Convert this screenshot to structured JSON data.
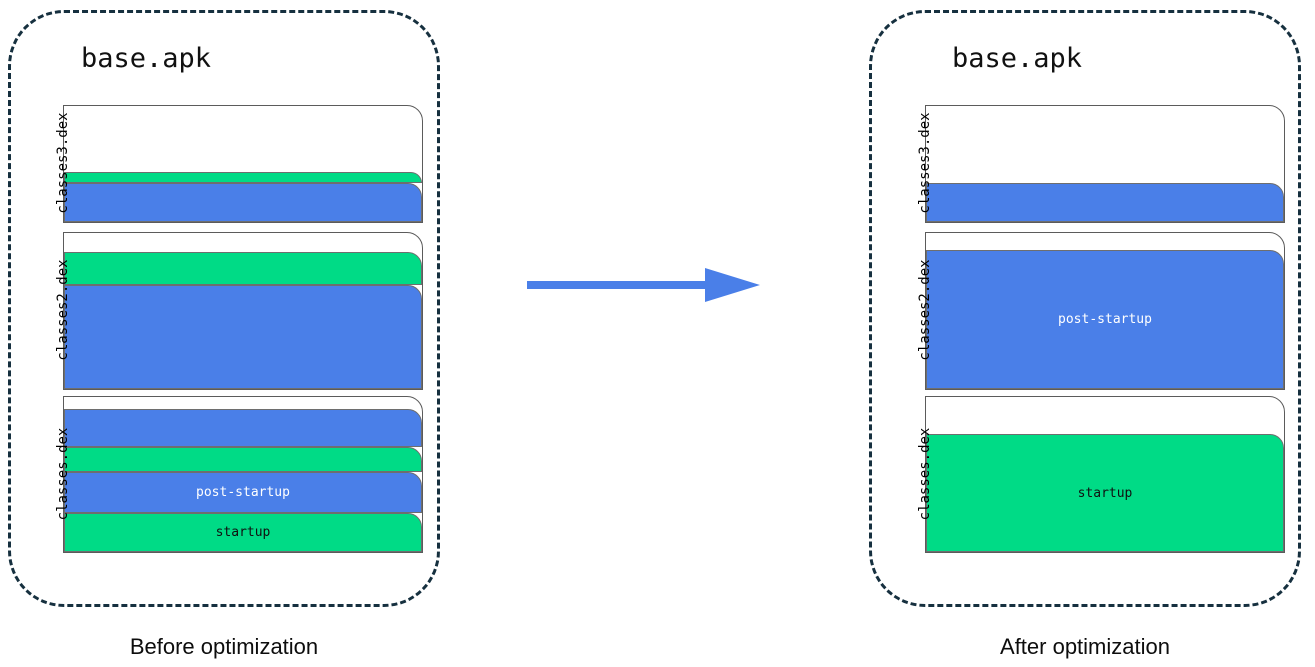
{
  "diagram": {
    "title_before": "Before optimization",
    "title_after": "After optimization",
    "colors": {
      "startup": "#00db86",
      "post_startup": "#4a7fe8",
      "unused": "#ffffff",
      "container_border": "#16303f",
      "arrow": "#4a7fe8",
      "block_border": "#5b5b5b"
    }
  },
  "arrow": {
    "name": "right-arrow",
    "direction": "right",
    "color": "#4a7fe8"
  },
  "panels": [
    {
      "id": "before",
      "apk_name": "base.apk",
      "caption": "Before optimization",
      "dex_files": [
        {
          "label": "classes3.dex",
          "bands": [
            {
              "kind": "unused",
              "label": "",
              "height_pct": 58
            },
            {
              "kind": "startup",
              "label": "",
              "height_pct": 9
            },
            {
              "kind": "post-startup",
              "label": "",
              "height_pct": 33
            }
          ]
        },
        {
          "label": "classes2.dex",
          "bands": [
            {
              "kind": "unused",
              "label": "",
              "height_pct": 13
            },
            {
              "kind": "startup",
              "label": "",
              "height_pct": 21
            },
            {
              "kind": "post-startup",
              "label": "",
              "height_pct": 66
            }
          ]
        },
        {
          "label": "classes.dex",
          "bands": [
            {
              "kind": "unused",
              "label": "",
              "height_pct": 9
            },
            {
              "kind": "post-startup",
              "label": "",
              "height_pct": 24
            },
            {
              "kind": "startup",
              "label": "",
              "height_pct": 16
            },
            {
              "kind": "post-startup",
              "label": "post-startup",
              "height_pct": 26
            },
            {
              "kind": "startup",
              "label": "startup",
              "height_pct": 25
            }
          ]
        }
      ]
    },
    {
      "id": "after",
      "apk_name": "base.apk",
      "caption": "After optimization",
      "dex_files": [
        {
          "label": "classes3.dex",
          "bands": [
            {
              "kind": "unused",
              "label": "",
              "height_pct": 67
            },
            {
              "kind": "post-startup",
              "label": "",
              "height_pct": 33
            }
          ]
        },
        {
          "label": "classes2.dex",
          "bands": [
            {
              "kind": "unused",
              "label": "",
              "height_pct": 12
            },
            {
              "kind": "post-startup",
              "label": "post-startup",
              "height_pct": 88
            }
          ]
        },
        {
          "label": "classes.dex",
          "bands": [
            {
              "kind": "unused",
              "label": "",
              "height_pct": 25
            },
            {
              "kind": "startup",
              "label": "startup",
              "height_pct": 75
            }
          ]
        }
      ]
    }
  ]
}
